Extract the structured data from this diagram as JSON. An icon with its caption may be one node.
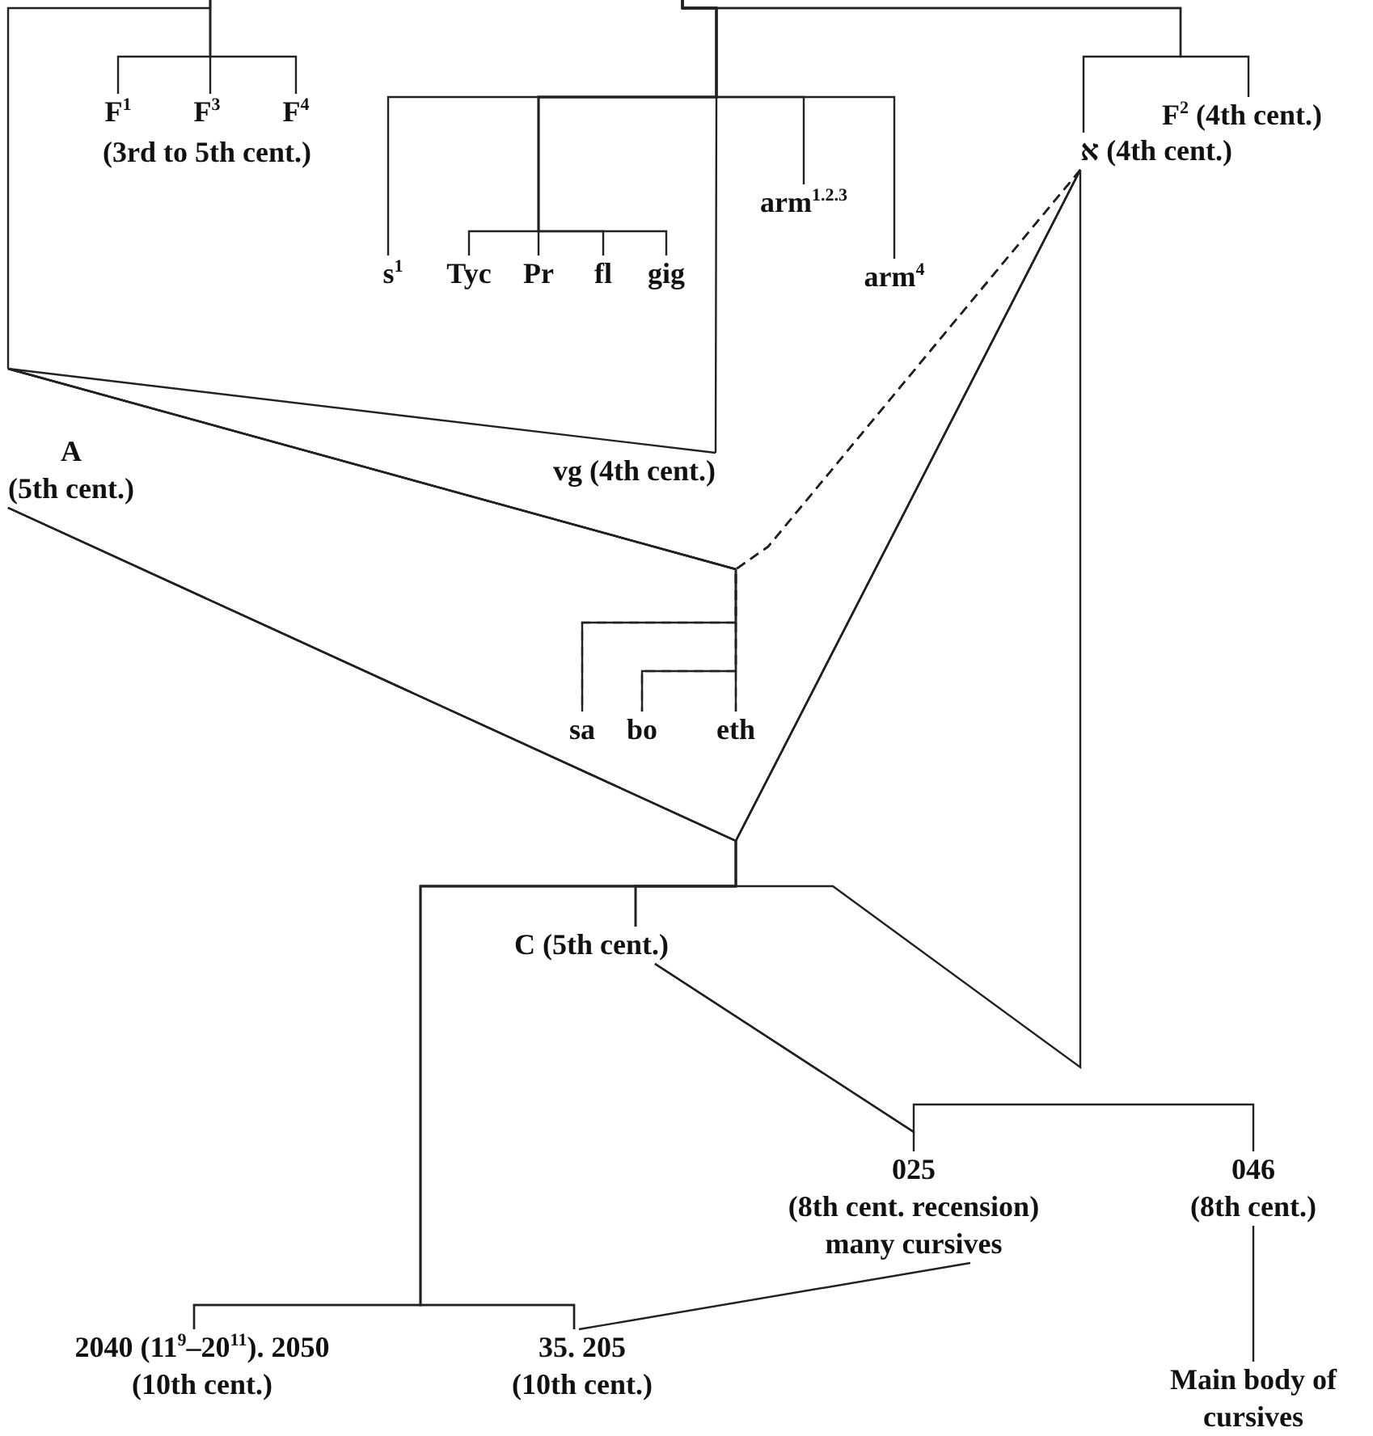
{
  "diagram": {
    "nodes": [
      {
        "text": [
          "F$^{1}$"
        ]
      },
      {
        "text": [
          "F$^{3}$"
        ]
      },
      {
        "text": [
          "F$^{4}$"
        ]
      },
      {
        "text": [
          "F$^{2}$ (4th cent.)"
        ]
      },
      {
        "text": [
          "א (4th cent.)"
        ]
      },
      {
        "text": [
          "s$^{1}$"
        ]
      },
      {
        "text": [
          "Tyc"
        ]
      },
      {
        "text": [
          "Pr"
        ]
      },
      {
        "text": [
          "fl"
        ]
      },
      {
        "text": [
          "gig"
        ]
      },
      {
        "text": [
          "arm$^{1.2.3}$"
        ]
      },
      {
        "text": [
          "arm$^{4}$"
        ]
      },
      {
        "text": [
          "A",
          "(5th cent.)"
        ]
      },
      {
        "text": [
          "vg (4th cent.)"
        ]
      },
      {
        "text": [
          "sa"
        ]
      },
      {
        "text": [
          "bo"
        ]
      },
      {
        "text": [
          "eth"
        ]
      },
      {
        "text": [
          "C (5th cent.)"
        ]
      },
      {
        "text": [
          "025",
          "(8th cent. recension)",
          "many cursives"
        ]
      },
      {
        "text": [
          "046",
          "(8th cent.)"
        ]
      },
      {
        "text": [
          "2040 (11$^{9}$–20$^{11}$). 2050",
          "(10th cent.)"
        ]
      },
      {
        "text": [
          "35. 205",
          "(10th cent.)"
        ]
      },
      {
        "text": [
          "Main body of cursives"
        ]
      }
    ],
    "edges": [
      {
        "from": null,
        "to": 0,
        "arrow": "none"
      },
      {
        "from": null,
        "to": 1,
        "arrow": "none"
      },
      {
        "from": null,
        "to": 2,
        "arrow": "none"
      },
      {
        "from": null,
        "to": 12,
        "arrow": "none"
      },
      {
        "from": null,
        "to": 5,
        "arrow": "none"
      },
      {
        "from": null,
        "to": 6,
        "arrow": "none"
      },
      {
        "from": null,
        "to": 7,
        "arrow": "none"
      },
      {
        "from": null,
        "to": 8,
        "arrow": "none"
      },
      {
        "from": null,
        "to": 9,
        "arrow": "none"
      },
      {
        "from": null,
        "to": 13,
        "arrow": "none"
      },
      {
        "from": null,
        "to": 10,
        "arrow": "none"
      },
      {
        "from": null,
        "to": 11,
        "arrow": "none"
      },
      {
        "from": null,
        "to": 4,
        "arrow": "none"
      },
      {
        "from": null,
        "to": 3,
        "arrow": "none"
      },
      {
        "from": 12,
        "to": 13,
        "arrow": "none"
      },
      {
        "from": 12,
        "to": 14,
        "arrow": "none"
      },
      {
        "from": 12,
        "to": 15,
        "arrow": "none"
      },
      {
        "from": 12,
        "to": 16,
        "arrow": "none"
      },
      {
        "from": 12,
        "to": 17,
        "arrow": "none"
      },
      {
        "from": 12,
        "to": 20,
        "arrow": "none"
      },
      {
        "from": 12,
        "to": 21,
        "arrow": "none"
      },
      {
        "from": 4,
        "to": 14,
        "arrow": "none",
        "style": "dashed"
      },
      {
        "from": 4,
        "to": 15,
        "arrow": "none",
        "style": "dashed"
      },
      {
        "from": 4,
        "to": 16,
        "arrow": "none",
        "style": "dashed"
      },
      {
        "from": 4,
        "to": 17,
        "arrow": "none"
      },
      {
        "from": 4,
        "to": 20,
        "arrow": "none"
      },
      {
        "from": 4,
        "to": 21,
        "arrow": "none"
      },
      {
        "from": 4,
        "to": 17,
        "arrow": "none"
      },
      {
        "from": 17,
        "to": 18,
        "arrow": "none"
      },
      {
        "from": 17,
        "to": 19,
        "arrow": "none"
      },
      {
        "from": 18,
        "to": 21,
        "arrow": "none"
      },
      {
        "from": 19,
        "to": 22,
        "arrow": "none"
      }
    ],
    "labels": [
      "(3rd to 5th cent.)"
    ]
  }
}
